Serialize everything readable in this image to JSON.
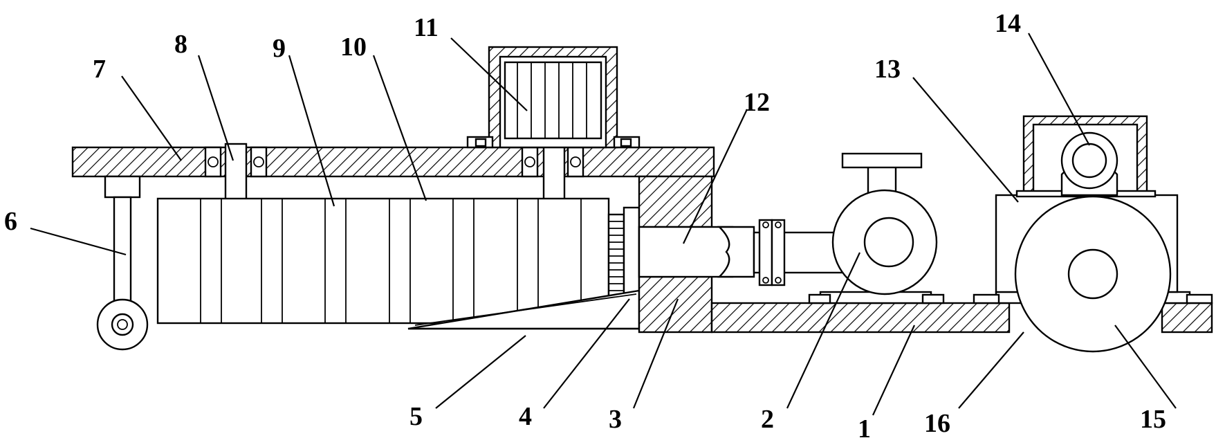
{
  "diagram": {
    "labels": {
      "l1": "1",
      "l2": "2",
      "l3": "3",
      "l4": "4",
      "l5": "5",
      "l6": "6",
      "l7": "7",
      "l8": "8",
      "l9": "9",
      "l10": "10",
      "l11": "11",
      "l12": "12",
      "l13": "13",
      "l14": "14",
      "l15": "15",
      "l16": "16"
    }
  }
}
